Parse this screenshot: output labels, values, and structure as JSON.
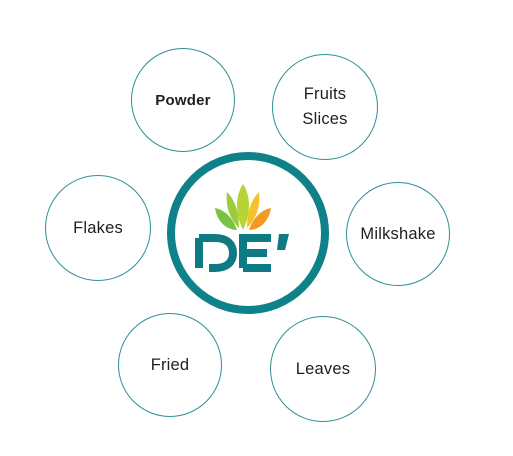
{
  "center": {
    "logo_icon": "lotus-logo-icon",
    "logo_text": "DE'",
    "colors": {
      "ring": "#0f8189",
      "text": "#0e7b84",
      "leaf_green": "#7cc242",
      "leaf_light": "#b7d334",
      "leaf_yellow": "#f4c22b",
      "leaf_orange": "#f39a21"
    }
  },
  "items": [
    {
      "id": "powder",
      "label": "Powder"
    },
    {
      "id": "fruits",
      "label": "Fruits\nSlices"
    },
    {
      "id": "flakes",
      "label": "Flakes"
    },
    {
      "id": "milkshake",
      "label": "Milkshake"
    },
    {
      "id": "fried",
      "label": "Fried"
    },
    {
      "id": "leaves",
      "label": "Leaves"
    }
  ],
  "style": {
    "bubble_border": "#2f8f95",
    "label_color": "#1f1f1f"
  }
}
